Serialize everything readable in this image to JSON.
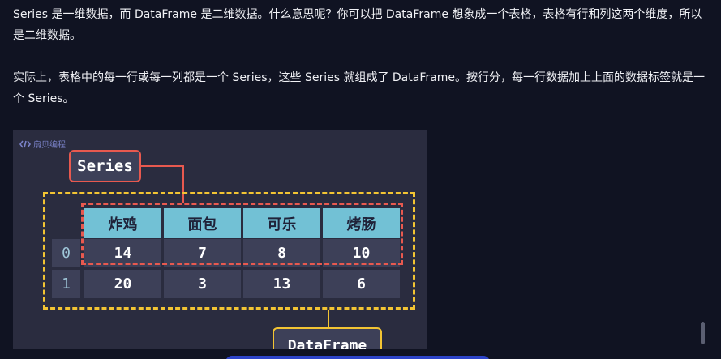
{
  "article": {
    "paragraph1": "Series 是一维数据，而 DataFrame 是二维数据。什么意思呢？你可以把 DataFrame 想象成一个表格，表格有行和列这两个维度，所以是二维数据。",
    "paragraph2": "实际上，表格中的每一行或每一列都是一个 Series，这些 Series 就组成了 DataFrame。按行分，每一行数据加上上面的数据标签就是一个 Series。"
  },
  "figure": {
    "brand": "扇贝编程",
    "series_label": "Series",
    "dataframe_label": "DataFrame",
    "columns": [
      "炸鸡",
      "面包",
      "可乐",
      "烤肠"
    ],
    "index": [
      "0",
      "1"
    ],
    "rows": [
      [
        "14",
        "7",
        "8",
        "10"
      ],
      [
        "20",
        "3",
        "13",
        "6"
      ]
    ]
  },
  "colors": {
    "background": "#101322",
    "figure_bg": "#2a2c3f",
    "series_accent": "#e8594f",
    "dataframe_accent": "#f2c433",
    "header_cell": "#72c1d5",
    "cell": "#3d4058"
  }
}
